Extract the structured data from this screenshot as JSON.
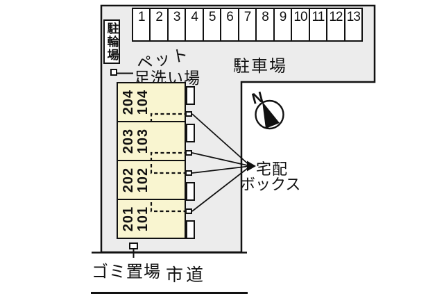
{
  "diagram_type": "residential site plan",
  "colors": {
    "background": "#ffffff",
    "property_fill": "#ececec",
    "building_fill": "#f9f5d0",
    "line": "#111111"
  },
  "compass": {
    "north_label": "N"
  },
  "parking": {
    "area_label": "駐車場",
    "stalls": [
      "1",
      "2",
      "3",
      "4",
      "5",
      "6",
      "7",
      "8",
      "9",
      "10",
      "11",
      "12",
      "13"
    ]
  },
  "bicycle": {
    "label": "駐輪場"
  },
  "pet_wash": {
    "line1": "ペット",
    "line2": "足洗い場"
  },
  "building": {
    "units": [
      {
        "upper": "204",
        "lower": "104"
      },
      {
        "upper": "203",
        "lower": "103"
      },
      {
        "upper": "202",
        "lower": "102"
      },
      {
        "upper": "201",
        "lower": "101"
      }
    ]
  },
  "delivery_box": {
    "label_line1": "宅配",
    "label_line2": "ボックス"
  },
  "garbage": {
    "label": "ゴミ置場"
  },
  "road": {
    "label": "市道"
  }
}
